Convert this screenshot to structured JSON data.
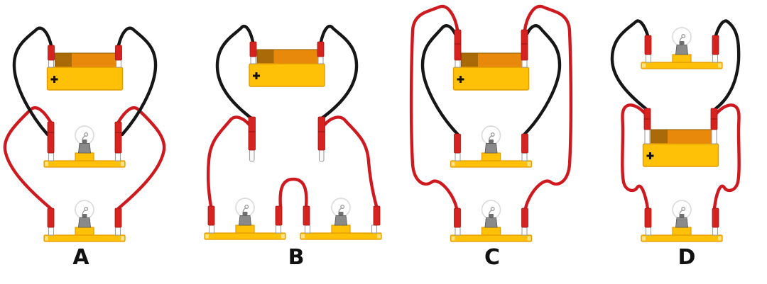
{
  "figure": {
    "kind": "circuit-comparison-diagram",
    "background": "#ffffff",
    "circuit_count": 4
  },
  "colors": {
    "page_bg": "#ffffff",
    "wire_red": "#ce1a1e",
    "wire_black": "#161616",
    "clip_red": "#d6231f",
    "battery_yellow": "#ffc107",
    "battery_border": "#e39a00",
    "strip_orange": "#e8890b",
    "strip_dark": "#a96a07",
    "strip_border": "#8a5a00",
    "screw_gray": "#8a8a8a",
    "label_color": "#111111"
  },
  "circuits": [
    {
      "label": "A",
      "battery_plus": "+",
      "battery_count": 1,
      "bulb_count": 2,
      "black_wires": 2,
      "red_wires": 2
    },
    {
      "label": "B",
      "battery_plus": "+",
      "battery_count": 1,
      "bulb_count": 2,
      "black_wires": 2,
      "red_wires": 3
    },
    {
      "label": "C",
      "battery_plus": "+",
      "battery_count": 1,
      "bulb_count": 2,
      "black_wires": 2,
      "red_wires": 2
    },
    {
      "label": "D",
      "battery_plus": "+",
      "battery_count": 1,
      "bulb_count": 2,
      "black_wires": 2,
      "red_wires": 2
    }
  ]
}
